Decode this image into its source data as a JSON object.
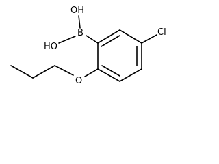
{
  "molecule": {
    "atoms": {
      "oh_top": "OH",
      "oh_left": "HO",
      "boron": "B",
      "chlorine": "Cl",
      "oxygen": "O"
    }
  }
}
